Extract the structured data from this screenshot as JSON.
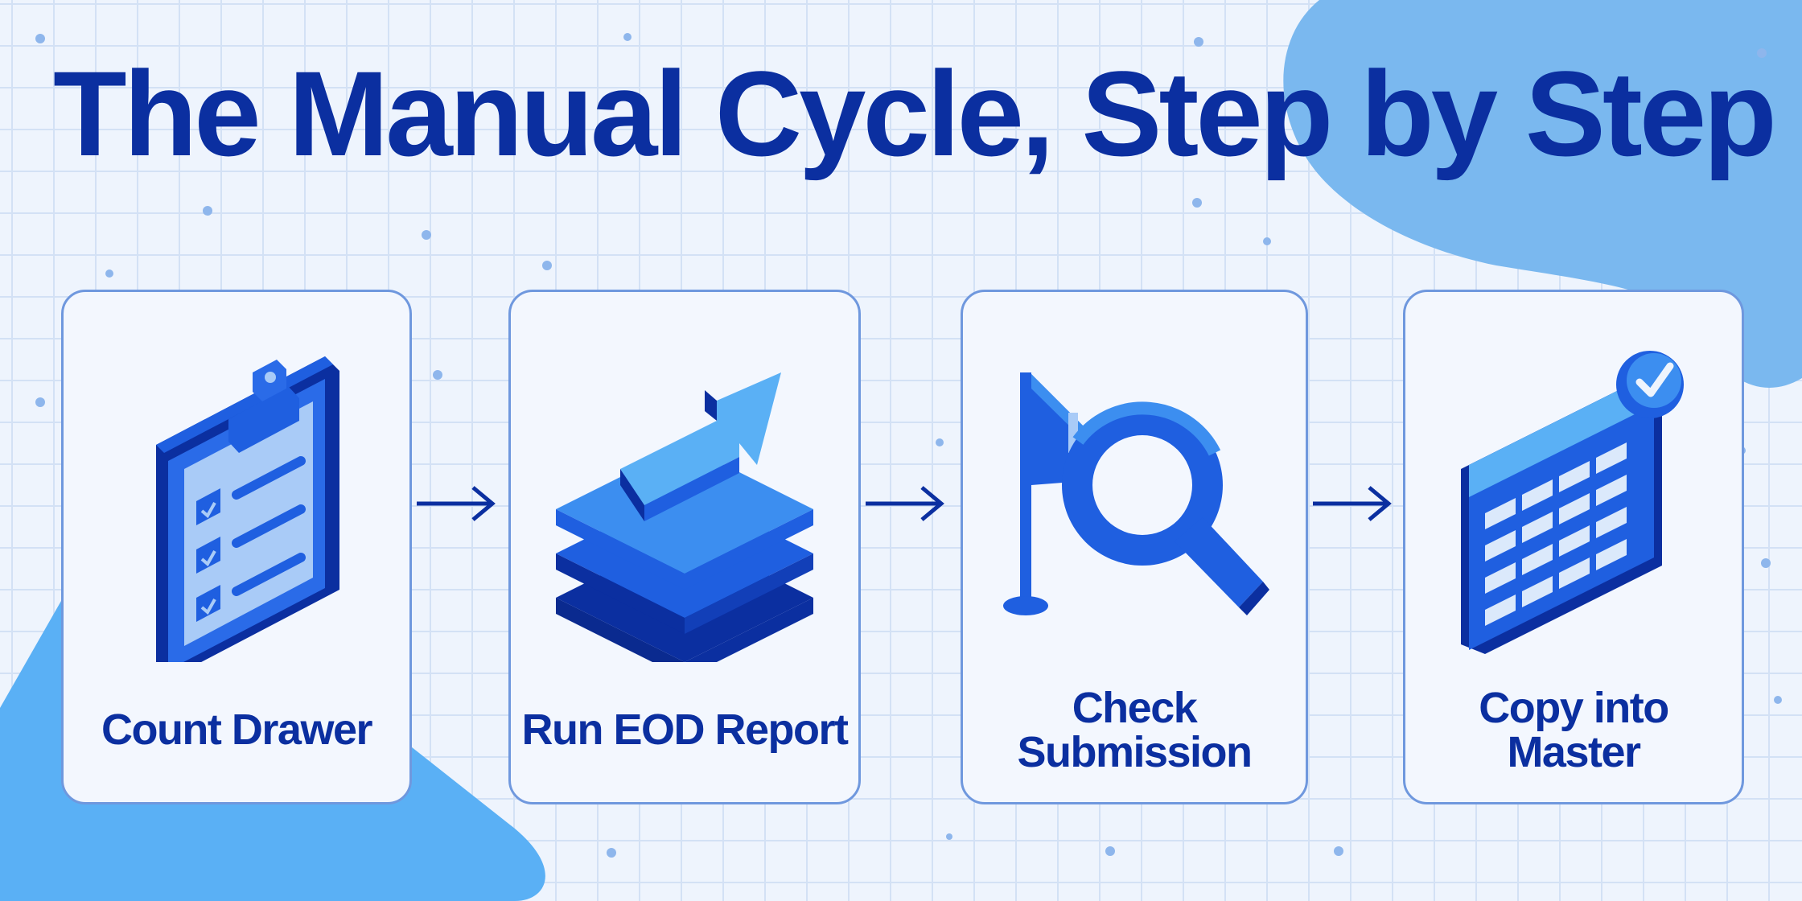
{
  "title": "The Manual Cycle, Step by Step",
  "steps": [
    {
      "label": "Count Drawer",
      "icon": "clipboard-checklist-icon"
    },
    {
      "label": "Run EOD Report",
      "icon": "layered-report-arrow-icon"
    },
    {
      "label": "Check\nSubmission",
      "icon": "flag-magnifier-icon"
    },
    {
      "label": "Copy into\nMaster",
      "icon": "spreadsheet-check-icon"
    }
  ],
  "colors": {
    "title": "#0b2fa0",
    "accent": "#1f5fe0",
    "light_accent": "#5ab0f5",
    "card_border": "#6f98de",
    "background": "#eef4fd"
  }
}
